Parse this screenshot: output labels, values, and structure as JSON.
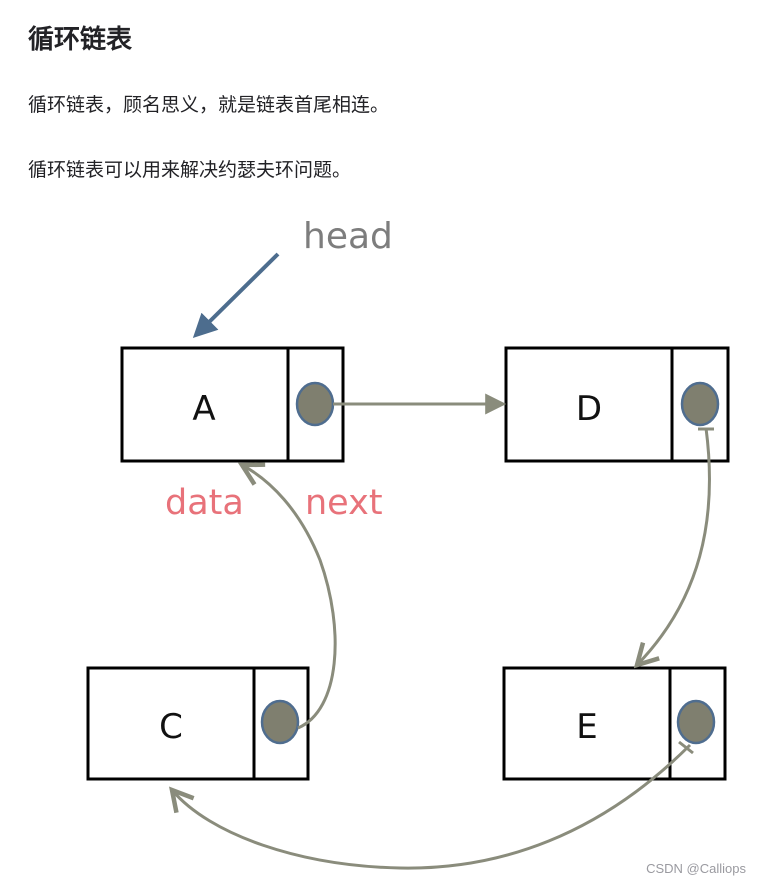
{
  "article": {
    "heading": "循环链表",
    "paragraph_1": "循环链表，顾名思义，就是链表首尾相连。",
    "paragraph_2": "循环链表可以用来解决约瑟夫环问题。"
  },
  "diagram": {
    "head_label": "head",
    "data_label": "data",
    "next_label": "next",
    "nodes": [
      {
        "letter": "A"
      },
      {
        "letter": "D"
      },
      {
        "letter": "C"
      },
      {
        "letter": "E"
      }
    ]
  },
  "colors": {
    "pointer_fill": "#7f7f6f",
    "pointer_stroke": "#4f6d8f",
    "link_line": "#8a8c7c",
    "head_arrow": "#4d6d8e",
    "label_pink": "#e8727a",
    "label_gray": "#7d7d7d"
  },
  "watermark": "CSDN @Calliops"
}
